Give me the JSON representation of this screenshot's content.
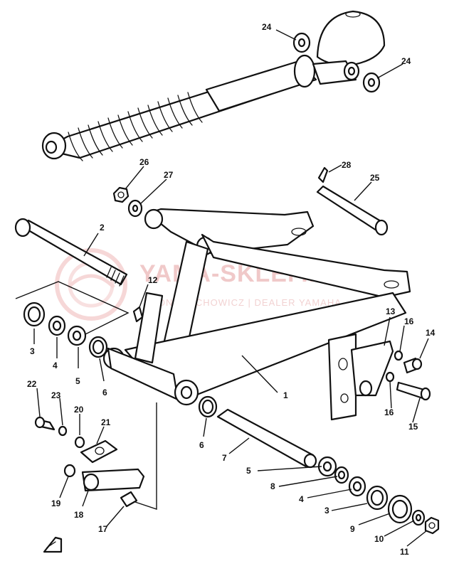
{
  "watermark": {
    "title": "YAMA-SKLEP.PL",
    "subtitle": "IWONA ŁECHOWICZ | DEALER YAMAHA"
  },
  "callouts": [
    {
      "id": "c1",
      "label": "1"
    },
    {
      "id": "c2",
      "label": "2"
    },
    {
      "id": "c3a",
      "label": "3"
    },
    {
      "id": "c3b",
      "label": "3"
    },
    {
      "id": "c4a",
      "label": "4"
    },
    {
      "id": "c4b",
      "label": "4"
    },
    {
      "id": "c5a",
      "label": "5"
    },
    {
      "id": "c5b",
      "label": "5"
    },
    {
      "id": "c6a",
      "label": "6"
    },
    {
      "id": "c6b",
      "label": "6"
    },
    {
      "id": "c7",
      "label": "7"
    },
    {
      "id": "c8",
      "label": "8"
    },
    {
      "id": "c9",
      "label": "9"
    },
    {
      "id": "c10",
      "label": "10"
    },
    {
      "id": "c11",
      "label": "11"
    },
    {
      "id": "c12",
      "label": "12"
    },
    {
      "id": "c13",
      "label": "13"
    },
    {
      "id": "c14",
      "label": "14"
    },
    {
      "id": "c15",
      "label": "15"
    },
    {
      "id": "c16a",
      "label": "16"
    },
    {
      "id": "c16b",
      "label": "16"
    },
    {
      "id": "c17",
      "label": "17"
    },
    {
      "id": "c18",
      "label": "18"
    },
    {
      "id": "c19",
      "label": "19"
    },
    {
      "id": "c20",
      "label": "20"
    },
    {
      "id": "c21",
      "label": "21"
    },
    {
      "id": "c22",
      "label": "22"
    },
    {
      "id": "c23",
      "label": "23"
    },
    {
      "id": "c24a",
      "label": "24"
    },
    {
      "id": "c24b",
      "label": "24"
    },
    {
      "id": "c25",
      "label": "25"
    },
    {
      "id": "c26",
      "label": "26"
    },
    {
      "id": "c27",
      "label": "27"
    },
    {
      "id": "c28",
      "label": "28"
    }
  ]
}
